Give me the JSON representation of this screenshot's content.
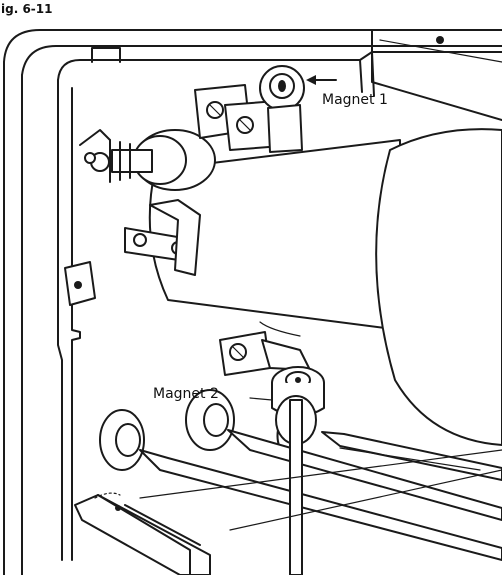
{
  "figure": {
    "caption_fragment": "ig. 6-11",
    "labels": {
      "magnet_1": "Magnet 1",
      "magnet_2": "Magnet 2"
    }
  }
}
